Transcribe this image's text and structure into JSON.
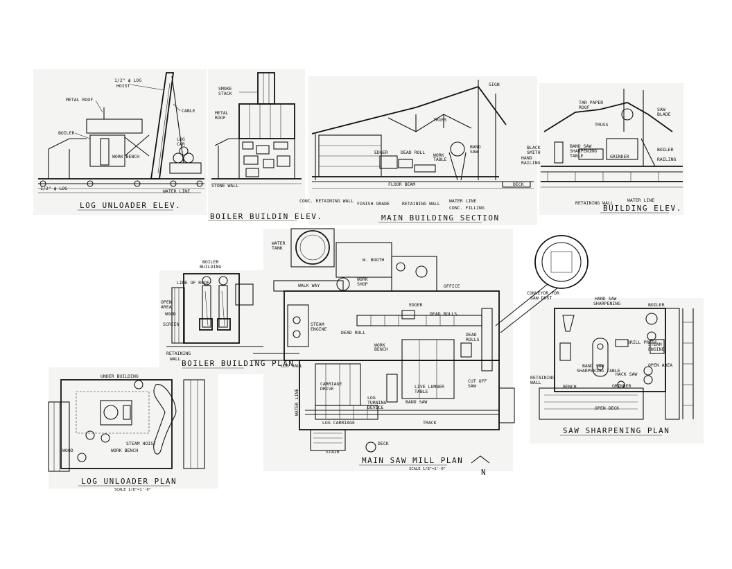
{
  "drawings": {
    "log_unloader_elev": {
      "title": "LOG UNLOADER ELEV.",
      "labels": [
        "1/2\" ϕ LOG HOIST",
        "METAL ROOF",
        "CABLE",
        "BOILER",
        "LOG CAR",
        "WORK BENCH",
        "1/2\" ϕ LOG",
        "WATER LINE"
      ]
    },
    "boiler_building_elev": {
      "title": "BOILER BUILDIN ELEV.",
      "labels": [
        "SMOKE STACK",
        "METAL ROOF",
        "STONE WALL"
      ]
    },
    "main_building_section": {
      "title": "MAIN BUILDING SECTION",
      "labels": [
        "SIGN",
        "TRUSS",
        "EDGER",
        "DEAD ROLL",
        "WORK TABLE",
        "BAND SAW",
        "FLOOR BEAM",
        "CONC. RETAINING WALL",
        "FINISH GRADE",
        "RETAINING WALL",
        "WATER LINE",
        "CONC. FILLING",
        "DECK"
      ]
    },
    "building_elev": {
      "title": "BUILDING ELEV.",
      "labels": [
        "TAR PAPER ROOF",
        "SAW BLADE",
        "TRUSS",
        "BLACK SMITH",
        "BAND SAW SHARPENING TABLE",
        "GRINDER",
        "BOILER",
        "HAND RAILING",
        "RAILING",
        "RETAINING WALL",
        "WATER LINE"
      ]
    },
    "boiler_building_plan": {
      "title": "BOILER BUILDING PLAN",
      "labels": [
        "BOILER BUILDING",
        "LINE OF ROOF",
        "OPEN AREA",
        "WOOD",
        "SCREEN",
        "RETAINING WALL"
      ]
    },
    "main_saw_mill_plan": {
      "title": "MAIN SAW MILL PLAN",
      "scale": "SCALE 1/8\"=1'-0\"",
      "north": "N",
      "labels": [
        "WATER TANK",
        "W. BOOTH",
        "WALK WAY",
        "WORK SHOP",
        "OFFICE",
        "CONVEYOR FOR SAW DUST",
        "EDGER",
        "STEAM ENGINE",
        "DEAD ROLLS",
        "DEAD ROLL",
        "WORK BENCH",
        "DEAD ROLLS",
        "LOG HAUL",
        "CARRIAGE DRIVE",
        "LOG TURNING DEVICE",
        "LIVE LUMBER TABLE",
        "CUT OFF SAW",
        "BAND SAW",
        "LOG CARRIAGE",
        "TRACK",
        "WATER LINE",
        "STAIR",
        "DECK"
      ]
    },
    "log_unloader_plan": {
      "title": "LOG UNLOADER PLAN",
      "scale": "SCALE 1/8\"=1'-0\"",
      "labels": [
        "UNDER BUILDING",
        "STEAM HOIST",
        "WORK BENCH",
        "WOOD"
      ]
    },
    "saw_sharpening_plan": {
      "title": "SAW SHARPENING PLAN",
      "labels": [
        "HAND SAW SHARPENING",
        "BOILER",
        "DRILL PRESS",
        "STEAM ENGINE",
        "BAND SAW SHARPENING TABLE",
        "HACK SAW",
        "GRINDER",
        "OPEN AREA",
        "RETAINING WALL",
        "BENCH",
        "OPEN DECK"
      ]
    }
  }
}
